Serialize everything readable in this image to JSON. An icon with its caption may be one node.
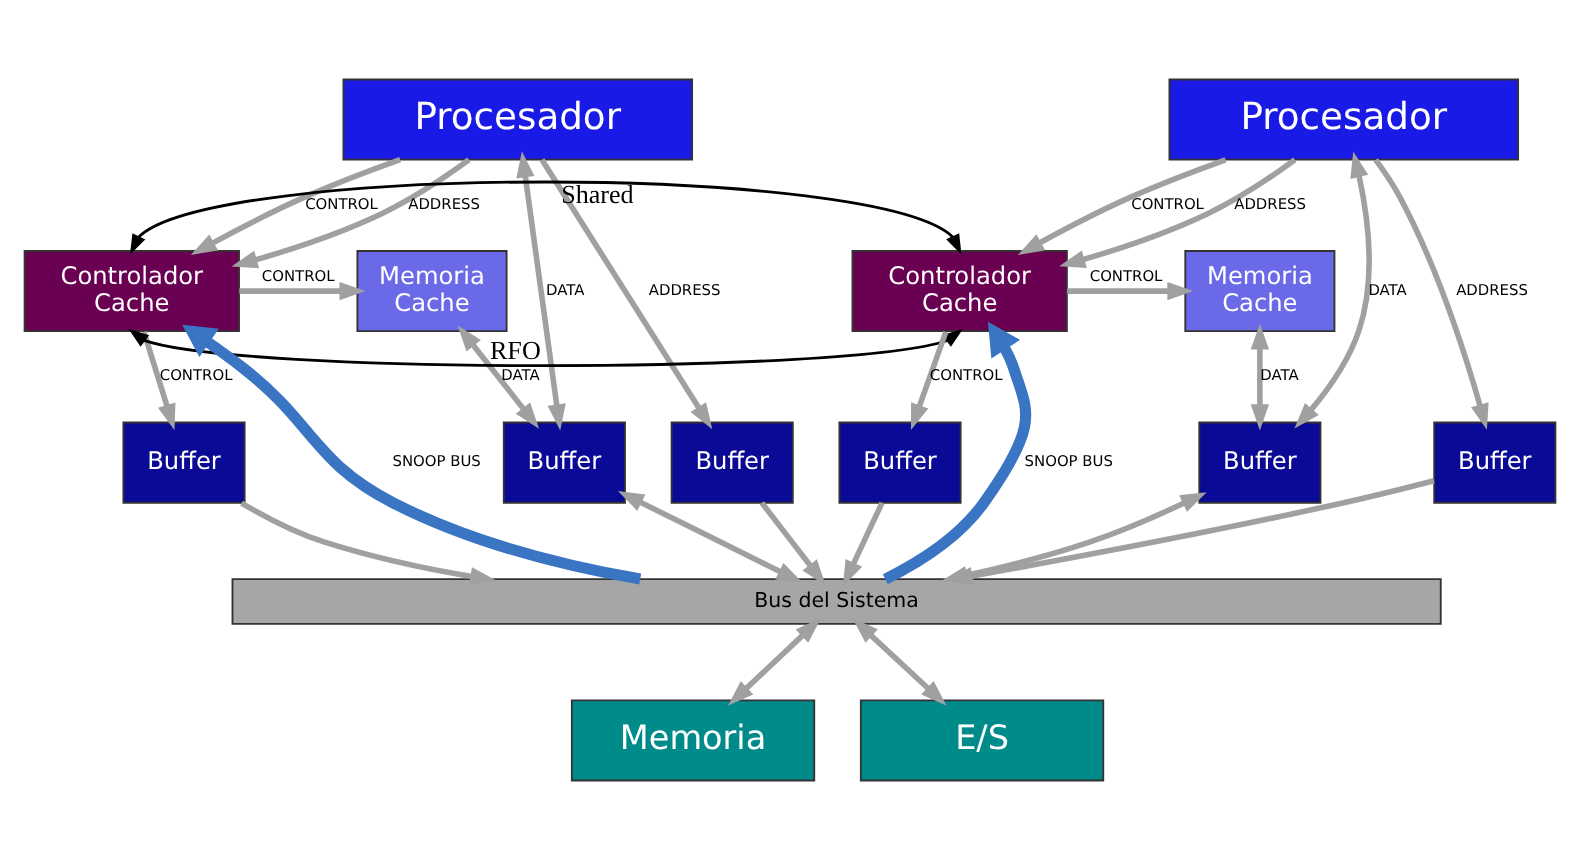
{
  "diagram": {
    "nodes": [
      {
        "text": [
          "Procesador"
        ]
      },
      {
        "text": [
          "Procesador"
        ]
      },
      {
        "text": [
          "Memoria Cache"
        ]
      },
      {
        "text": [
          "Controlador Cache"
        ]
      },
      {
        "text": [
          "Buffer"
        ]
      },
      {
        "text": [
          "Buffer"
        ]
      },
      {
        "text": [
          "Buffer"
        ]
      },
      {
        "text": [
          "Memoria Cache"
        ]
      },
      {
        "text": [
          "Controlador Cache"
        ]
      },
      {
        "text": [
          "Buffer"
        ]
      },
      {
        "text": [
          "Buffer"
        ]
      },
      {
        "text": [
          "Buffer"
        ]
      },
      {
        "text": [
          "Bus del Sistema"
        ]
      },
      {
        "text": [
          "Memoria"
        ]
      },
      {
        "text": [
          "E/S"
        ]
      }
    ],
    "edges": [
      {
        "from": 0,
        "to": 3,
        "arrow": "to",
        "label": "CONTROL"
      },
      {
        "from": 0,
        "to": 3,
        "arrow": "to",
        "label": "ADDRESS"
      },
      {
        "from": 3,
        "to": 2,
        "arrow": "to",
        "label": "CONTROL"
      },
      {
        "from": 3,
        "to": 4,
        "arrow": "to",
        "label": "CONTROL"
      },
      {
        "from": 0,
        "to": 5,
        "arrow": "both",
        "label": "DATA"
      },
      {
        "from": 0,
        "to": 6,
        "arrow": "to",
        "label": "ADDRESS"
      },
      {
        "from": 2,
        "to": 5,
        "arrow": "both",
        "label": "DATA"
      },
      {
        "from": 1,
        "to": 8,
        "arrow": "to",
        "label": "CONTROL"
      },
      {
        "from": 1,
        "to": 8,
        "arrow": "to",
        "label": "ADDRESS"
      },
      {
        "from": 8,
        "to": 7,
        "arrow": "to",
        "label": "CONTROL"
      },
      {
        "from": 8,
        "to": 9,
        "arrow": "to",
        "label": "CONTROL"
      },
      {
        "from": 1,
        "to": 10,
        "arrow": "both",
        "label": "DATA"
      },
      {
        "from": 1,
        "to": 11,
        "arrow": "to",
        "label": "ADDRESS"
      },
      {
        "from": 7,
        "to": 10,
        "arrow": "both",
        "label": "DATA"
      },
      {
        "from": 3,
        "to": 8,
        "arrow": "both",
        "label": "Shared",
        "color": "#000000"
      },
      {
        "from": 3,
        "to": 8,
        "arrow": "both",
        "label": "RFO",
        "color": "#000000"
      },
      {
        "from": 12,
        "to": 3,
        "arrow": "to",
        "label": "SNOOP BUS",
        "style": "thick",
        "color": "#3a75c4"
      },
      {
        "from": 12,
        "to": 8,
        "arrow": "to",
        "label": "SNOOP BUS",
        "style": "thick",
        "color": "#3a75c4"
      },
      {
        "from": 4,
        "to": 12,
        "arrow": "to"
      },
      {
        "from": 5,
        "to": 12,
        "arrow": "both"
      },
      {
        "from": 6,
        "to": 12,
        "arrow": "to"
      },
      {
        "from": 9,
        "to": 12,
        "arrow": "to"
      },
      {
        "from": 10,
        "to": 12,
        "arrow": "both"
      },
      {
        "from": 11,
        "to": 12,
        "arrow": "to"
      },
      {
        "from": 12,
        "to": 13,
        "arrow": "both"
      },
      {
        "from": 12,
        "to": 14,
        "arrow": "both"
      }
    ]
  }
}
